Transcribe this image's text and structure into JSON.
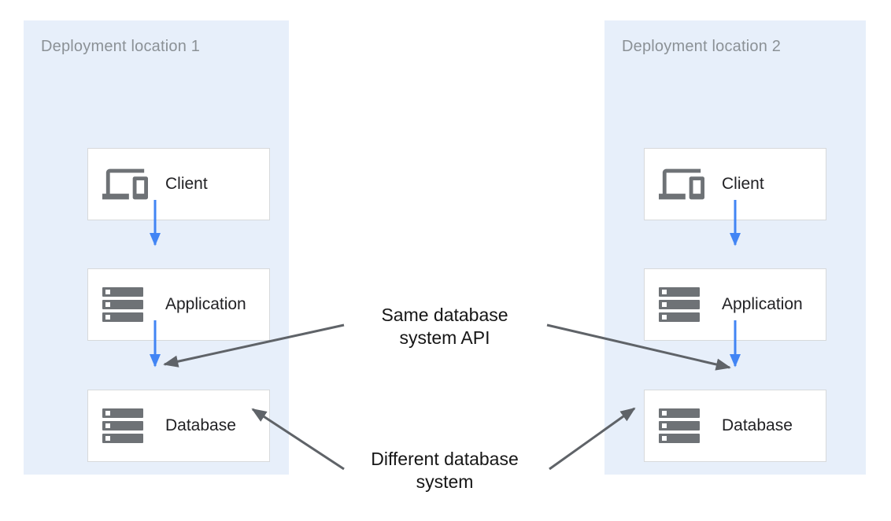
{
  "panels": [
    {
      "title": "Deployment location 1",
      "nodes": [
        {
          "label": "Client",
          "icon": "devices-icon"
        },
        {
          "label": "Application",
          "icon": "storage-icon"
        },
        {
          "label": "Database",
          "icon": "storage-icon"
        }
      ]
    },
    {
      "title": "Deployment location 2",
      "nodes": [
        {
          "label": "Client",
          "icon": "devices-icon"
        },
        {
          "label": "Application",
          "icon": "storage-icon"
        },
        {
          "label": "Database",
          "icon": "storage-icon"
        }
      ]
    }
  ],
  "annotations": [
    {
      "line1": "Same database",
      "line2": "system API"
    },
    {
      "line1": "Different database",
      "line2": "system"
    }
  ],
  "colors": {
    "panel_background": "#E7EFFA",
    "panel_title_gray": "#8B9196",
    "box_border": "#D7D9DB",
    "box_label": "#212124",
    "icon_gray": "#6E7276",
    "flow_arrow_blue": "#4285F4",
    "annotation_arrow_gray": "#5F6368",
    "annotation_text": "#161616"
  }
}
